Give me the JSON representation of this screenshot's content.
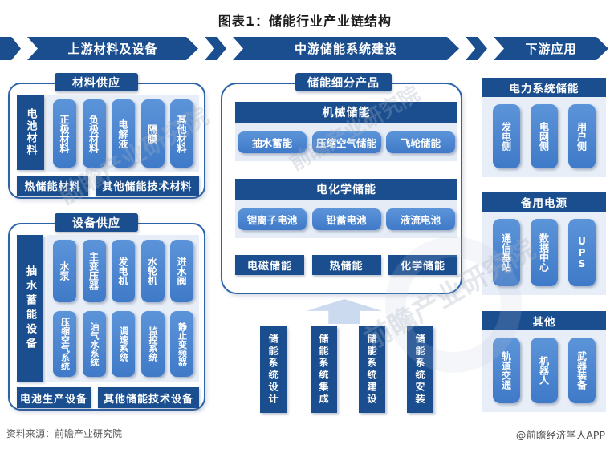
{
  "title": "图表1：储能行业产业链结构",
  "banners": {
    "upstream": "上游材料及设备",
    "midstream": "中游储能系统建设",
    "downstream": "下游应用"
  },
  "upstream": {
    "material_supply": {
      "header": "材料供应",
      "side_label": "电池材料",
      "items": [
        "正极材料",
        "负极材料",
        "电解液",
        "隔膜",
        "其他材料"
      ],
      "bottom": [
        "热储能材料",
        "其他储能技术材料"
      ]
    },
    "equipment_supply": {
      "header": "设备供应",
      "side_label": "抽水蓄能设备",
      "row1": [
        "水泵",
        "主变压器",
        "发电机",
        "水轮机",
        "进水阀"
      ],
      "row2": [
        "压缩空气系统",
        "油气水系统",
        "调速系统",
        "监控系统",
        "静止变频器"
      ],
      "bottom": [
        "电池生产设备",
        "其他储能技术设备"
      ]
    }
  },
  "midstream": {
    "header": "储能细分产品",
    "sections": [
      {
        "header": "机械储能",
        "items": [
          "抽水蓄能",
          "压缩空气储能",
          "飞轮储能"
        ]
      },
      {
        "header": "电化学储能",
        "items": [
          "锂离子电池",
          "铅蓄电池",
          "液流电池"
        ]
      }
    ],
    "bottom_items": [
      "电磁储能",
      "热储能",
      "化学储能"
    ],
    "process_boxes": [
      "储能系统设计",
      "储能系统集成",
      "储能系统建设",
      "储能系统安装"
    ]
  },
  "downstream": {
    "sections": [
      {
        "header": "电力系统储能",
        "items": [
          "发电侧",
          "电网侧",
          "用户侧"
        ]
      },
      {
        "header": "备用电源",
        "items": [
          "通信基站",
          "数据中心",
          "UPS"
        ]
      },
      {
        "header": "其他",
        "items": [
          "轨道交通",
          "机器人",
          "武器装备"
        ]
      }
    ]
  },
  "footer": {
    "source": "资料来源：前瞻产业研究院",
    "credit": "@前瞻经济学人APP"
  },
  "watermark": {
    "text": "前瞻产业研究院"
  },
  "colors": {
    "navy": "#1a4e8f",
    "box_blue": "#4583d0",
    "panel_light": "#e8eef7",
    "arrow_light": "#cbdaef"
  }
}
